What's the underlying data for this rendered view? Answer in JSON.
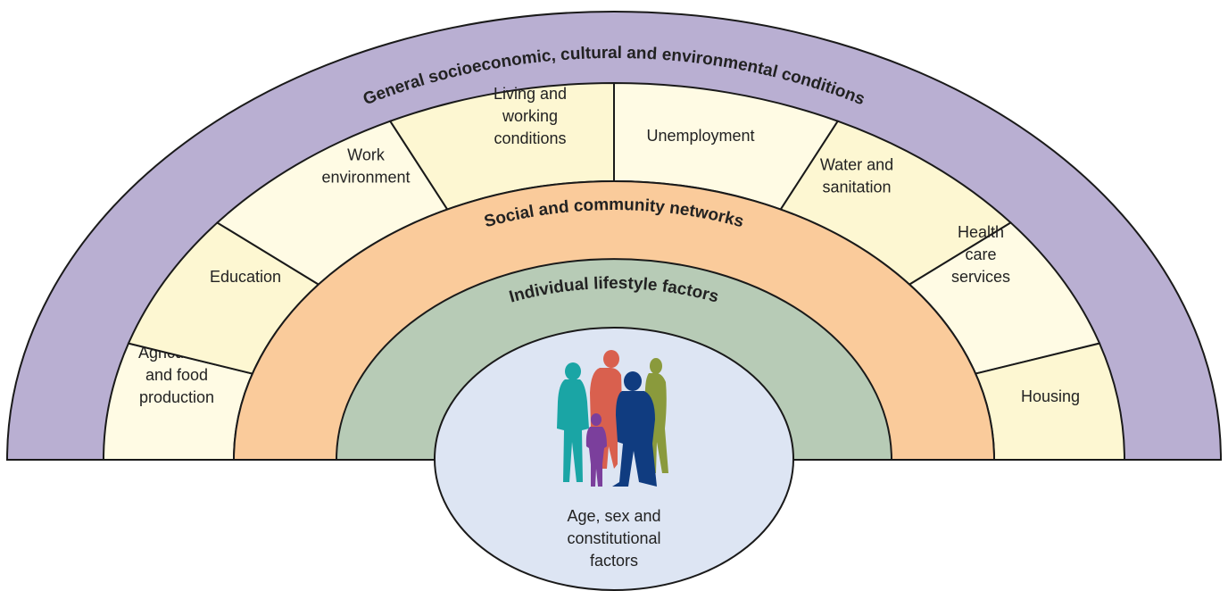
{
  "layers": {
    "outer": {
      "label": "General socioeconomic, cultural and environmental conditions",
      "color": "#b9afd2"
    },
    "social": {
      "label": "Social and community networks",
      "color": "#facb9b"
    },
    "lifestyle": {
      "label": "Individual lifestyle factors",
      "color": "#b7cbb6"
    },
    "core": {
      "lines": [
        "Age, sex and",
        "constitutional",
        "factors"
      ],
      "color": "#dde5f3"
    }
  },
  "segments": [
    {
      "lines": [
        "Agriculture",
        "and food",
        "production"
      ],
      "color": "#fffbe4"
    },
    {
      "lines": [
        "Education"
      ],
      "color": "#fdf7d2"
    },
    {
      "lines": [
        "Work",
        "environment"
      ],
      "color": "#fffbe4"
    },
    {
      "lines": [
        "Living and",
        "working",
        "conditions"
      ],
      "color": "#fdf7d2"
    },
    {
      "lines": [
        "Unemployment"
      ],
      "color": "#fffbe4"
    },
    {
      "lines": [
        "Water and",
        "sanitation"
      ],
      "color": "#fdf7d2"
    },
    {
      "lines": [
        "Health",
        "care",
        "services"
      ],
      "color": "#fffbe4"
    },
    {
      "lines": [
        "Housing"
      ],
      "color": "#fdf7d2"
    }
  ],
  "figures": [
    {
      "name": "woman-teal",
      "color": "#1aa5a5"
    },
    {
      "name": "man-red",
      "color": "#d9604e"
    },
    {
      "name": "child-purple",
      "color": "#7b3f9c"
    },
    {
      "name": "man-navy",
      "color": "#103c80"
    },
    {
      "name": "woman-olive",
      "color": "#8a9a3c"
    }
  ]
}
